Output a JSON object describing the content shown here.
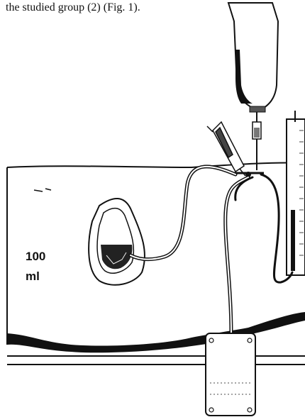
{
  "caption": {
    "text": "the studied group (2) (Fig. 1)."
  },
  "figure": {
    "volume_value": "100",
    "volume_unit": "ml"
  }
}
